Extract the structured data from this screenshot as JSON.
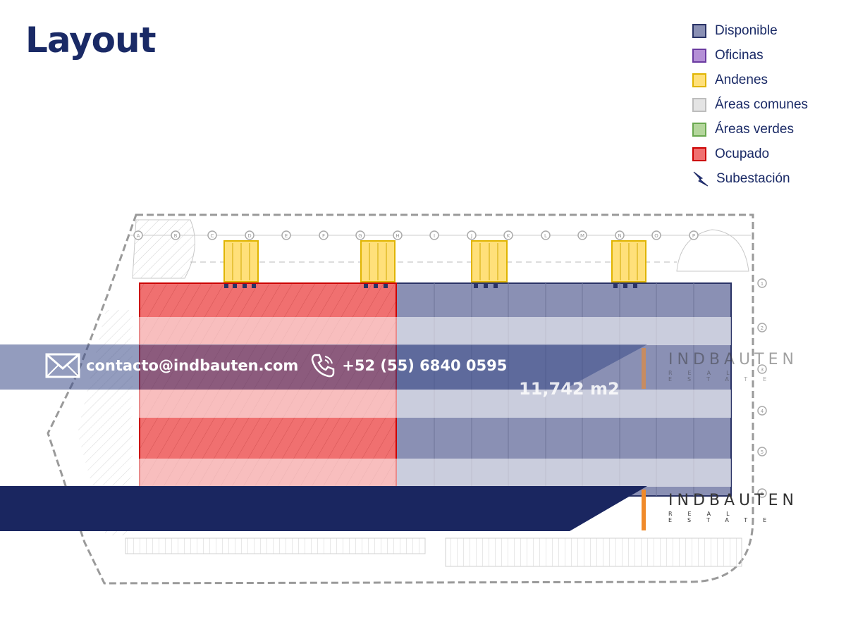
{
  "title": "Layout",
  "legend": [
    {
      "label": "Disponible",
      "fill": "#8a90b4",
      "border": "#2a3366"
    },
    {
      "label": "Oficinas",
      "fill": "#b48fd6",
      "border": "#6a3aa0"
    },
    {
      "label": "Andenes",
      "fill": "#ffe07a",
      "border": "#e0b400"
    },
    {
      "label": "Áreas comunes",
      "fill": "#e4e4e4",
      "border": "#bdbdbd"
    },
    {
      "label": "Áreas verdes",
      "fill": "#b4d69c",
      "border": "#6aa84f"
    },
    {
      "label": "Ocupado",
      "fill": "#f07070",
      "border": "#cc0000"
    },
    {
      "label": "Subestación",
      "icon": "lightning-bolt-icon"
    }
  ],
  "plan": {
    "area": "11,742 m2",
    "grid_letters": [
      "A",
      "B",
      "C",
      "D",
      "E",
      "F",
      "G",
      "H",
      "I",
      "J",
      "K",
      "L",
      "M",
      "N",
      "O",
      "P"
    ],
    "grid_numbers": [
      "1",
      "2",
      "3",
      "4",
      "5",
      "6"
    ]
  },
  "contact": {
    "email": "contacto@indbauten.com",
    "phone": "+52 (55) 6840 0595",
    "email_icon": "envelope-icon",
    "phone_icon": "phone-icon"
  },
  "brand": {
    "name": "INDBAUTEN",
    "tagline": "REAL ESTATE",
    "navy": "#1a2660",
    "orange": "#f08a2a"
  }
}
